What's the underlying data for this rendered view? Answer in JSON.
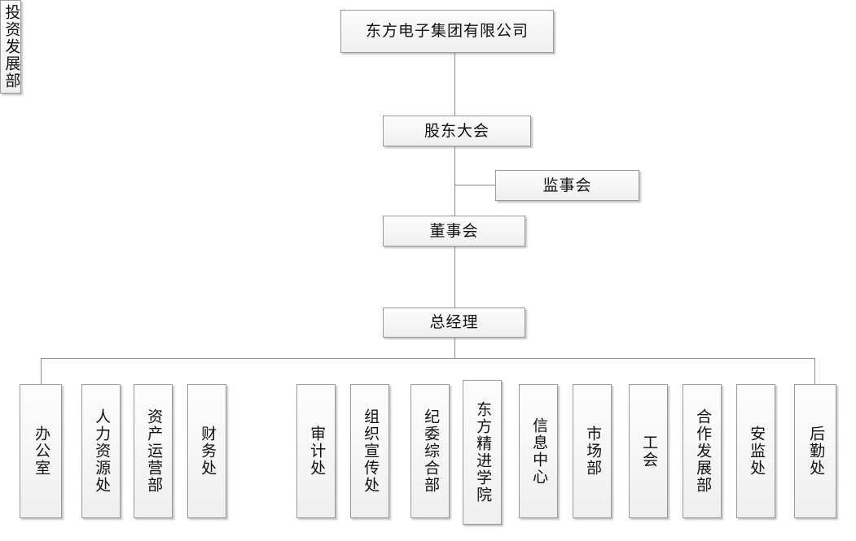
{
  "chart": {
    "title_box": {
      "label": "东方电子集团有限公司"
    },
    "levels": [
      {
        "id": "shareholders",
        "label": "股东大会"
      },
      {
        "id": "supervisors",
        "label": "监事会"
      },
      {
        "id": "directors",
        "label": "董事会"
      },
      {
        "id": "general-manager",
        "label": "总经理"
      }
    ],
    "departments": [
      {
        "id": "office",
        "label": "办公室"
      },
      {
        "id": "human-resources",
        "label": "人力资源处"
      },
      {
        "id": "asset-operations",
        "label": "资产运营部"
      },
      {
        "id": "finance",
        "label": "财务处"
      },
      {
        "id": "investment",
        "label": "投资发展部"
      },
      {
        "id": "audit",
        "label": "审计处"
      },
      {
        "id": "org-publicity",
        "label": "组织宣传处"
      },
      {
        "id": "discipline",
        "label": "纪委综合部"
      },
      {
        "id": "academy",
        "label": "东方精进学院"
      },
      {
        "id": "information",
        "label": "信息中心"
      },
      {
        "id": "marketing",
        "label": "市场部"
      },
      {
        "id": "labor-union",
        "label": "工会"
      },
      {
        "id": "cooperation",
        "label": "合作发展部"
      },
      {
        "id": "safety",
        "label": "安监处"
      },
      {
        "id": "logistics",
        "label": "后勤处"
      }
    ],
    "colors": {
      "box_border": "#9a9a9a",
      "connector": "#8c8c8c",
      "box_fill_top": "#fdfdfd",
      "box_fill_bottom": "#efefef",
      "text": "#111111",
      "background": "#ffffff"
    }
  }
}
